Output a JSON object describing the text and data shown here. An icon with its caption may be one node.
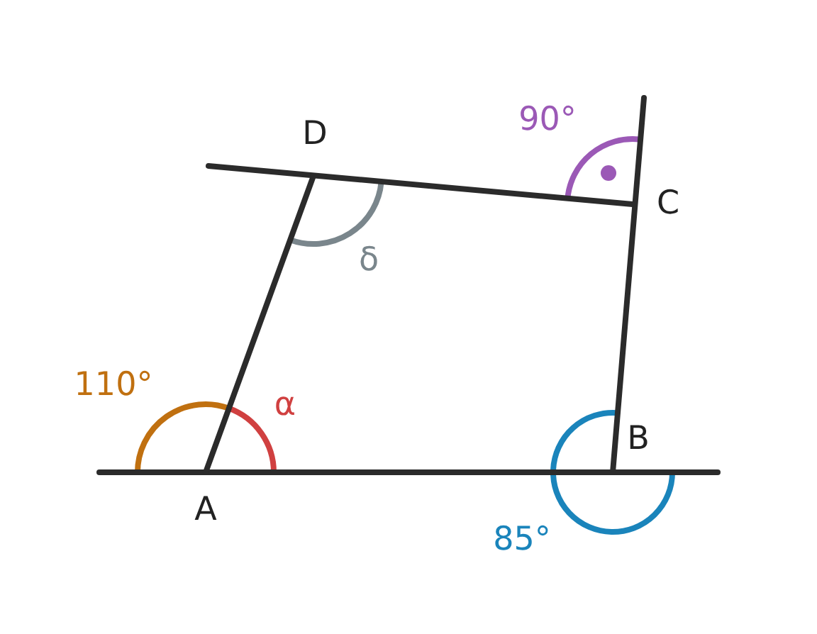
{
  "diagram": {
    "labels": [
      "D",
      "90°",
      "C",
      "δ",
      "110°",
      "α",
      "B",
      "A",
      "85°"
    ]
  }
}
